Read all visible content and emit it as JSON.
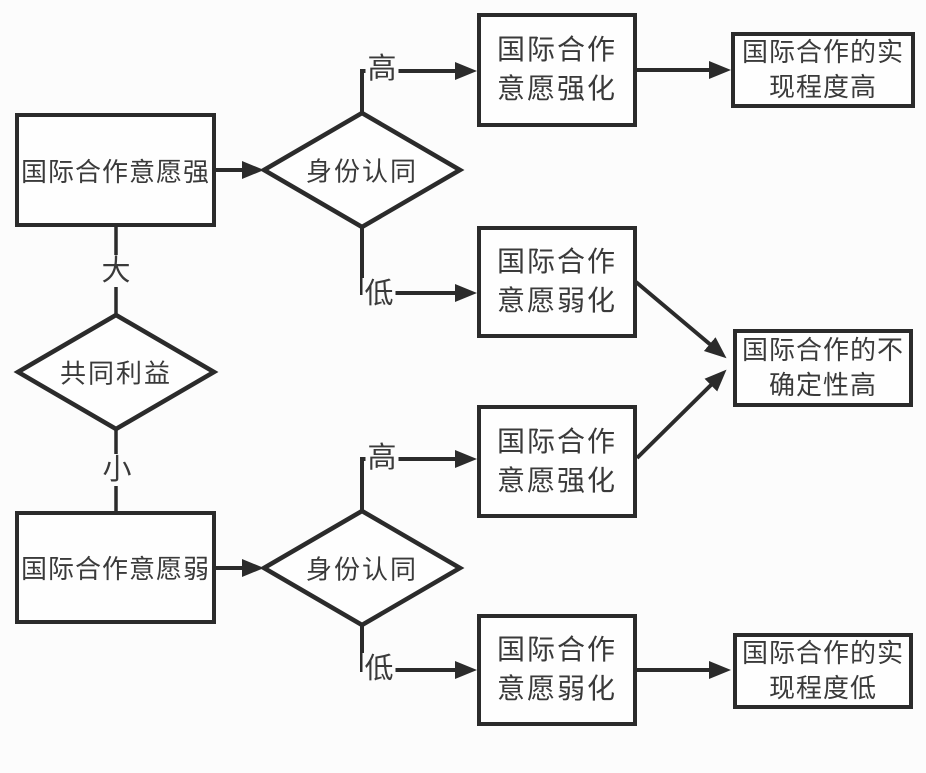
{
  "colors": {
    "line": "#2b2b2b",
    "text": "#3a3a3a",
    "bg": "#fcfcfc",
    "node_bg": "#fefefe"
  },
  "nodes": {
    "will_strong": {
      "label": "国际合作意愿强"
    },
    "will_weak": {
      "label": "国际合作意愿弱"
    },
    "common_interest": {
      "label": "共同利益"
    },
    "identity_top": {
      "label": "身份认同"
    },
    "identity_bottom": {
      "label": "身份认同"
    },
    "strengthen_top": {
      "label": "国际合作\n意愿强化"
    },
    "weaken_upper": {
      "label": "国际合作\n意愿弱化"
    },
    "strengthen_lower": {
      "label": "国际合作\n意愿强化"
    },
    "weaken_bottom": {
      "label": "国际合作\n意愿弱化"
    },
    "outcome_high": {
      "label": "国际合作的实\n现程度高"
    },
    "outcome_uncertain": {
      "label": "国际合作的不\n确定性高"
    },
    "outcome_low": {
      "label": "国际合作的实\n现程度低"
    }
  },
  "edge_labels": {
    "interest_large": "大",
    "interest_small": "小",
    "identity_top_high": "高",
    "identity_top_low": "低",
    "identity_bottom_high": "高",
    "identity_bottom_low": "低"
  }
}
